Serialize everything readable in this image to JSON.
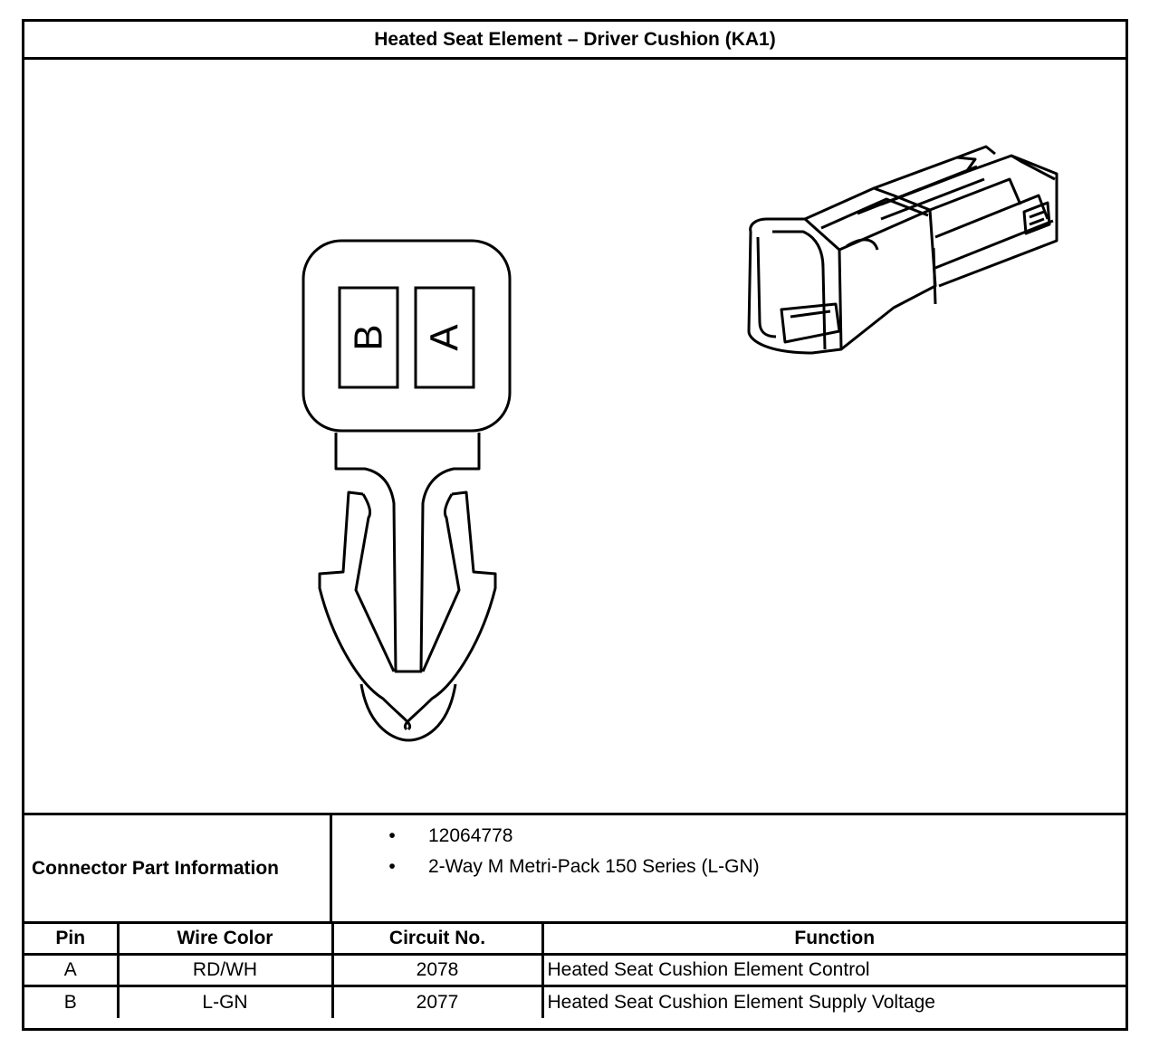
{
  "title": "Heated Seat Element – Driver Cushion (KA1)",
  "connector_face": {
    "cavities": [
      "B",
      "A"
    ]
  },
  "connector_info": {
    "label": "Connector Part Information",
    "items": [
      "12064778",
      "2-Way M Metri-Pack 150 Series (L-GN)"
    ],
    "bullet": "•"
  },
  "table": {
    "headers": [
      "Pin",
      "Wire Color",
      "Circuit No.",
      "Function"
    ],
    "rows": [
      {
        "pin": "A",
        "wire_color": "RD/WH",
        "circuit": "2078",
        "function": "Heated Seat Cushion Element Control"
      },
      {
        "pin": "B",
        "wire_color": "L-GN",
        "circuit": "2077",
        "function": "Heated Seat Cushion Element Supply Voltage"
      }
    ]
  }
}
